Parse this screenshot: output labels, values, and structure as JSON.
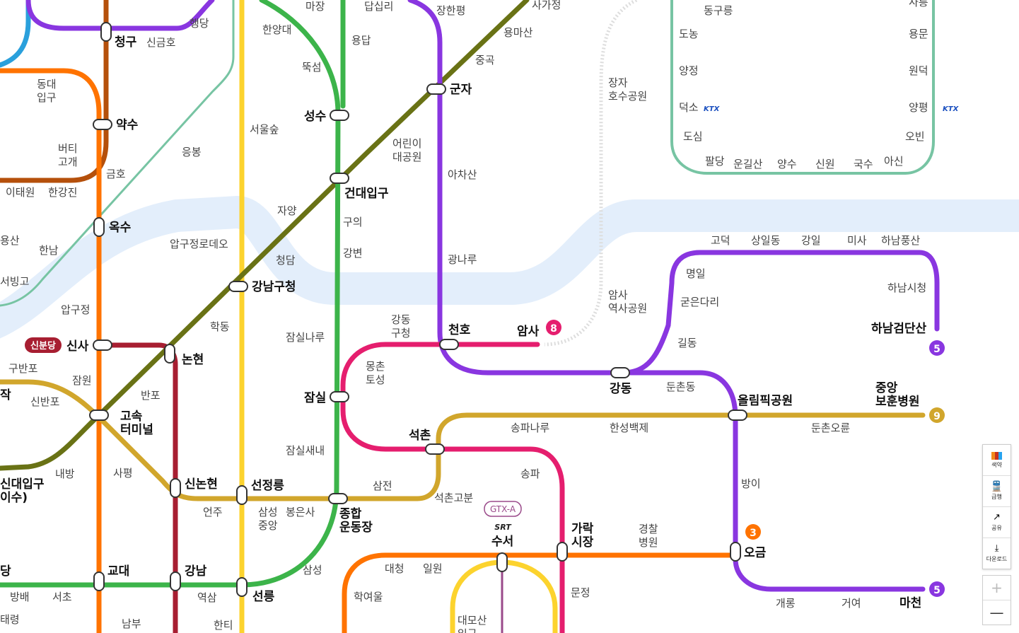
{
  "stations": [
    "마장",
    "답십리",
    "장한평",
    "사가정",
    "동구릉",
    "사릉",
    "행당",
    "한양대",
    "용답",
    "용마산",
    "청구",
    "신금호",
    "도농",
    "용문",
    "중곡",
    "뚝섬",
    "양정",
    "원덕",
    "동대\n입구",
    "군자",
    "장자\n호수공원",
    "덕소",
    "양평",
    "성수",
    "약수",
    "서울숲",
    "도심",
    "오빈",
    "어린이\n대공원",
    "버티\n고개",
    "응봉",
    "팔당",
    "운길산",
    "양수",
    "신원",
    "국수",
    "아신",
    "금호",
    "아차산",
    "건대입구",
    "이태원",
    "한강진",
    "자양",
    "구의",
    "옥수",
    "고덕",
    "상일동",
    "강일",
    "미사",
    "하남풍산",
    "압구정로데오",
    "용산",
    "한남",
    "강변",
    "광나루",
    "청담",
    "명일",
    "서빙고",
    "강남구청",
    "하남시청",
    "암사\n역사공원",
    "굳은다리",
    "압구정",
    "강동\n구청",
    "학동",
    "천호",
    "암사",
    "하남검단산",
    "잠실나루",
    "신사",
    "길동",
    "논현",
    "몽촌\n토성",
    "구반포",
    "잠원",
    "강동",
    "둔촌동",
    "중앙\n보훈병원",
    "반포",
    "잠실",
    "올림픽공원",
    "신반포",
    "고속\n터미널",
    "작",
    "송파나루",
    "한성백제",
    "둔촌오륜",
    "석촌",
    "잠실새내",
    "사평",
    "내방",
    "송파",
    "방이",
    "신대입구\n이수)",
    "신논현",
    "선정릉",
    "삼전",
    "석촌고분",
    "언주",
    "삼성\n중앙",
    "봉은사",
    "종합\n운동장",
    "수서",
    "가락\n시장",
    "경찰\n병원",
    "오금",
    "대청",
    "일원",
    "삼성",
    "교대",
    "강남",
    "당",
    "문정",
    "학여울",
    "방배",
    "서초",
    "역삼",
    "선릉",
    "개롱",
    "거여",
    "마천",
    "남부",
    "한티",
    "대모산\n입구",
    "태령"
  ],
  "badges": {
    "line8": "8",
    "line5a": "5",
    "line9": "9",
    "line3": "3",
    "line5b": "5",
    "sinbundang": "신분당",
    "gtx": "GTX-A",
    "srt": "SRT",
    "ktx": "KTX"
  },
  "colors": {
    "line1": "#263c96",
    "line2": "#3cb44a",
    "line3": "#ff7300",
    "line5": "#8936e0",
    "line6": "#b5500b",
    "line7": "#697215",
    "line8": "#e51e6e",
    "line9": "#d1a62c",
    "sinbundang": "#a71e31",
    "suin_bundang": "#fcd32e",
    "gyeongui": "#77c4a3",
    "river": "#e3eefb"
  },
  "toolbar": {
    "colorblind": "색약",
    "express": "급행",
    "share": "공유",
    "download": "다운로드",
    "zoom_in": "+",
    "zoom_out": "—"
  }
}
